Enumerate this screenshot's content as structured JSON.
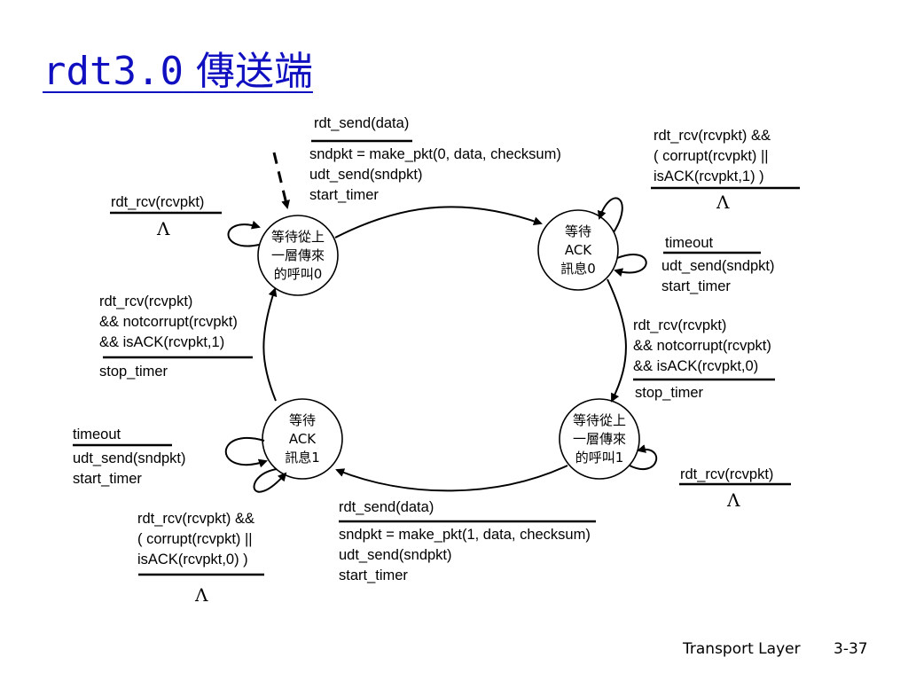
{
  "title": {
    "prefix": "rdt3.0",
    "suffix": "傳送端"
  },
  "states": {
    "wait_call_0": "等待從上一層傳來的呼叫0",
    "wait_ack_0": "等待ACK訊息0",
    "wait_call_1": "等待從上一層傳來的呼叫1",
    "wait_ack_1": "等待ACK訊息1"
  },
  "state_lines": {
    "wait_call_0": [
      "等待從上",
      "一層傳來",
      "的呼叫0"
    ],
    "wait_ack_0": [
      "等待",
      "ACK",
      "訊息0"
    ],
    "wait_call_1": [
      "等待從上",
      "一層傳來",
      "的呼叫1"
    ],
    "wait_ack_1": [
      "等待",
      "ACK",
      "訊息1"
    ]
  },
  "transitions": {
    "send_0": {
      "event": "rdt_send(data)",
      "actions": [
        "sndpkt = make_pkt(0, data, checksum)",
        "udt_send(sndpkt)",
        "start_timer"
      ]
    },
    "ignore_ack_in_wait_ack_0": {
      "event": [
        "rdt_rcv(rcvpkt) &&",
        "( corrupt(rcvpkt) ||",
        "isACK(rcvpkt,1) )"
      ],
      "action": "Λ"
    },
    "timeout_wait_ack_0": {
      "event": "timeout",
      "actions": [
        "udt_send(sndpkt)",
        "start_timer"
      ]
    },
    "ack0_received": {
      "event": [
        "rdt_rcv(rcvpkt)",
        "&& notcorrupt(rcvpkt)",
        "&& isACK(rcvpkt,0)"
      ],
      "action": "stop_timer"
    },
    "rcv_in_wait_call_1": {
      "event": "rdt_rcv(rcvpkt)",
      "action": "Λ"
    },
    "send_1": {
      "event": "rdt_send(data)",
      "actions": [
        "sndpkt = make_pkt(1, data, checksum)",
        "udt_send(sndpkt)",
        "start_timer"
      ]
    },
    "timeout_wait_ack_1": {
      "event": "timeout",
      "actions": [
        "udt_send(sndpkt)",
        "start_timer"
      ]
    },
    "ignore_ack_in_wait_ack_1": {
      "event": [
        "rdt_rcv(rcvpkt) &&",
        "( corrupt(rcvpkt) ||",
        "isACK(rcvpkt,0) )"
      ],
      "action": "Λ"
    },
    "ack1_received": {
      "event": [
        "rdt_rcv(rcvpkt)",
        "&& notcorrupt(rcvpkt)",
        "&& isACK(rcvpkt,1)"
      ],
      "action": "stop_timer"
    },
    "rcv_in_wait_call_0": {
      "event": "rdt_rcv(rcvpkt)",
      "action": "Λ"
    }
  },
  "footer": {
    "section": "Transport Layer",
    "page": "3-37"
  }
}
